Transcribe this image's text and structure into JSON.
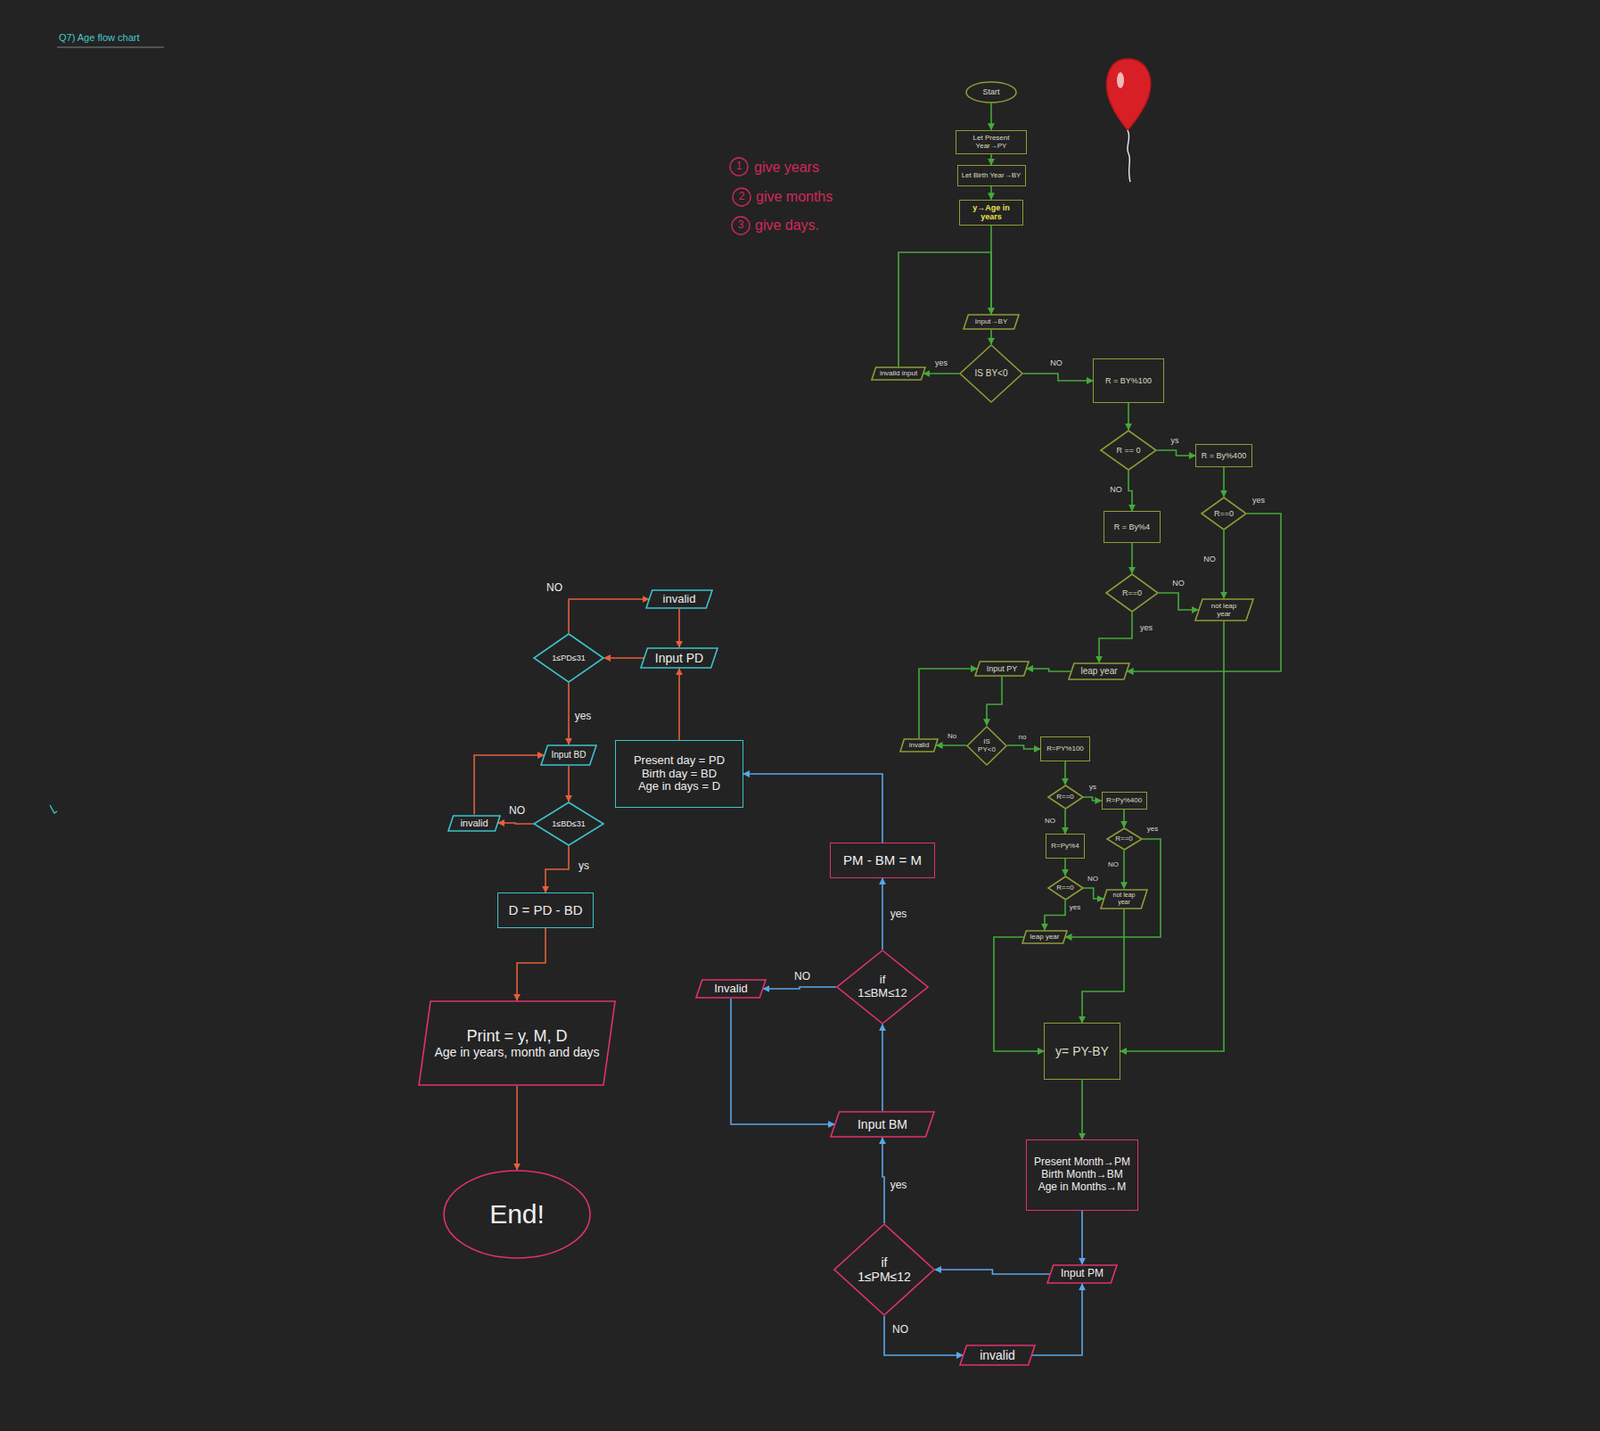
{
  "diagram": {
    "title": "Q7) Age flow chart",
    "nodes": [
      {
        "text": [
          "Start"
        ]
      },
      {
        "text": [
          "Let Present Year→PY"
        ]
      },
      {
        "text": [
          "Let Birth Year→BY"
        ]
      },
      {
        "text": [
          "y→Age in years"
        ]
      },
      {
        "text": [
          "Input→BY"
        ]
      },
      {
        "text": [
          "IS BY<0"
        ]
      },
      {
        "text": [
          "invalid input"
        ]
      },
      {
        "text": [
          "R = BY%100"
        ]
      },
      {
        "text": [
          "R == 0"
        ]
      },
      {
        "text": [
          "R = By%400"
        ]
      },
      {
        "text": [
          "R==0"
        ]
      },
      {
        "text": [
          "R = By%4"
        ]
      },
      {
        "text": [
          "R==0"
        ]
      },
      {
        "text": [
          "not leap year"
        ]
      },
      {
        "text": [
          "leap year"
        ]
      },
      {
        "text": [
          "Input PY"
        ]
      },
      {
        "text": [
          "invalid"
        ]
      },
      {
        "text": [
          "IS PY<0"
        ]
      },
      {
        "text": [
          "R=PY%100"
        ]
      },
      {
        "text": [
          "R==0"
        ]
      },
      {
        "text": [
          "R=Py%400"
        ]
      },
      {
        "text": [
          "R==0"
        ]
      },
      {
        "text": [
          "R=Py%4"
        ]
      },
      {
        "text": [
          "R==0"
        ]
      },
      {
        "text": [
          "not leap year"
        ]
      },
      {
        "text": [
          "leap year"
        ]
      },
      {
        "text": [
          "y= PY-BY"
        ]
      },
      {
        "text": [
          "Present Month→PM",
          "Birth Month→BM",
          "Age in Months→M"
        ]
      },
      {
        "text": [
          "Input PM"
        ]
      },
      {
        "text": [
          "if",
          "1≤PM≤12"
        ]
      },
      {
        "text": [
          "invalid"
        ]
      },
      {
        "text": [
          "Input BM"
        ]
      },
      {
        "text": [
          "if",
          "1≤BM≤12"
        ]
      },
      {
        "text": [
          "Invalid"
        ]
      },
      {
        "text": [
          "PM - BM = M"
        ]
      },
      {
        "text": [
          "Present day = PD",
          "Birth day = BD",
          "Age in days = D"
        ]
      },
      {
        "text": [
          "Input PD"
        ]
      },
      {
        "text": [
          "invalid"
        ]
      },
      {
        "text": [
          "1≤PD≤31"
        ]
      },
      {
        "text": [
          "Input BD"
        ]
      },
      {
        "text": [
          "1≤BD≤31"
        ]
      },
      {
        "text": [
          "invalid"
        ]
      },
      {
        "text": [
          "D = PD - BD"
        ]
      },
      {
        "text": [
          "Print = y, M, D",
          "Age in years, month and days"
        ]
      },
      {
        "text": [
          "End!"
        ]
      }
    ],
    "edges": [
      {
        "from": 0,
        "to": 1,
        "arrow": "to"
      },
      {
        "from": 1,
        "to": 2,
        "arrow": "to"
      },
      {
        "from": 2,
        "to": 3,
        "arrow": "to"
      },
      {
        "from": 3,
        "to": 4,
        "arrow": "to"
      },
      {
        "from": 4,
        "to": 5,
        "arrow": "to"
      },
      {
        "from": 5,
        "to": 6,
        "label": "yes",
        "arrow": "to"
      },
      {
        "from": 6,
        "to": 4,
        "arrow": "to"
      },
      {
        "from": 5,
        "to": 7,
        "label": "NO",
        "arrow": "to"
      },
      {
        "from": 7,
        "to": 8,
        "arrow": "to"
      },
      {
        "from": 8,
        "to": 9,
        "label": "ys",
        "arrow": "to"
      },
      {
        "from": 8,
        "to": 11,
        "label": "NO",
        "arrow": "to"
      },
      {
        "from": 9,
        "to": 10,
        "arrow": "to"
      },
      {
        "from": 10,
        "to": 14,
        "label": "yes",
        "arrow": "to"
      },
      {
        "from": 10,
        "to": 13,
        "label": "NO",
        "arrow": "to"
      },
      {
        "from": 11,
        "to": 12,
        "arrow": "to"
      },
      {
        "from": 12,
        "to": 13,
        "label": "NO",
        "arrow": "to"
      },
      {
        "from": 12,
        "to": 14,
        "label": "yes",
        "arrow": "to"
      },
      {
        "from": 13,
        "to": 26,
        "arrow": "to"
      },
      {
        "from": 14,
        "to": 15,
        "arrow": "to"
      },
      {
        "from": 15,
        "to": 17,
        "arrow": "to"
      },
      {
        "from": 17,
        "to": 16,
        "label": "No",
        "arrow": "to"
      },
      {
        "from": 16,
        "to": 15,
        "arrow": "to"
      },
      {
        "from": 17,
        "to": 18,
        "label": "no",
        "arrow": "to"
      },
      {
        "from": 18,
        "to": 19,
        "arrow": "to"
      },
      {
        "from": 19,
        "to": 20,
        "label": "ys",
        "arrow": "to"
      },
      {
        "from": 19,
        "to": 22,
        "label": "NO",
        "arrow": "to"
      },
      {
        "from": 20,
        "to": 21,
        "arrow": "to"
      },
      {
        "from": 21,
        "to": 25,
        "label": "yes",
        "arrow": "to"
      },
      {
        "from": 21,
        "to": 24,
        "label": "NO",
        "arrow": "to"
      },
      {
        "from": 22,
        "to": 23,
        "arrow": "to"
      },
      {
        "from": 23,
        "to": 24,
        "label": "NO",
        "arrow": "to"
      },
      {
        "from": 23,
        "to": 25,
        "label": "yes",
        "arrow": "to"
      },
      {
        "from": 24,
        "to": 26,
        "arrow": "to"
      },
      {
        "from": 25,
        "to": 26,
        "arrow": "to"
      },
      {
        "from": 26,
        "to": 27,
        "arrow": "to"
      },
      {
        "from": 27,
        "to": 28,
        "arrow": "to"
      },
      {
        "from": 28,
        "to": 29,
        "arrow": "to"
      },
      {
        "from": 29,
        "to": 31,
        "label": "yes",
        "arrow": "to"
      },
      {
        "from": 29,
        "to": 30,
        "label": "NO",
        "arrow": "to"
      },
      {
        "from": 30,
        "to": 28,
        "arrow": "to"
      },
      {
        "from": 31,
        "to": 32,
        "arrow": "to"
      },
      {
        "from": 32,
        "to": 33,
        "label": "NO",
        "arrow": "to"
      },
      {
        "from": 33,
        "to": 31,
        "arrow": "to"
      },
      {
        "from": 32,
        "to": 34,
        "label": "yes",
        "arrow": "to"
      },
      {
        "from": 34,
        "to": 35,
        "arrow": "to"
      },
      {
        "from": 35,
        "to": 36,
        "arrow": "to"
      },
      {
        "from": 36,
        "to": 38,
        "arrow": "to"
      },
      {
        "from": 38,
        "to": 37,
        "label": "NO",
        "arrow": "to"
      },
      {
        "from": 37,
        "to": 36,
        "arrow": "to"
      },
      {
        "from": 38,
        "to": 39,
        "label": "yes",
        "arrow": "to"
      },
      {
        "from": 39,
        "to": 40,
        "arrow": "to"
      },
      {
        "from": 40,
        "to": 41,
        "label": "NO",
        "arrow": "to"
      },
      {
        "from": 41,
        "to": 39,
        "arrow": "to"
      },
      {
        "from": 40,
        "to": 42,
        "label": "ys",
        "arrow": "to"
      },
      {
        "from": 42,
        "to": 43,
        "arrow": "to"
      },
      {
        "from": 43,
        "to": 44,
        "arrow": "to"
      }
    ],
    "labels": [
      "1",
      "give years",
      "2",
      "give months",
      "3",
      "give days."
    ]
  }
}
